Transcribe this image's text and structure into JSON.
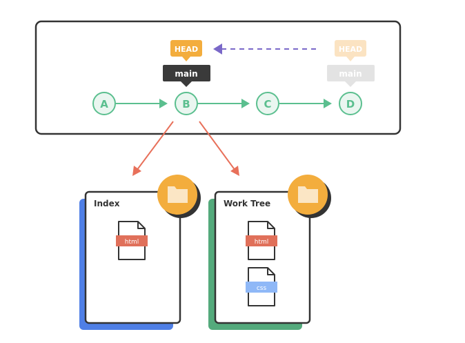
{
  "colors": {
    "head": "#F3AD3D",
    "head_faded": "#FBE3C2",
    "branch": "#3A3A3A",
    "branch_faded": "#E3E3E3",
    "commit": "#5BBF8F",
    "commit_fill": "#EAF6F0",
    "arrow_purple": "#7A68C8",
    "arrow_red": "#E8705A",
    "index_accent": "#4F7FE6",
    "worktree_accent": "#54AA7C",
    "html_tag": "#E0705A",
    "css_tag": "#8FB8F7",
    "folder_circle": "#F3AD3D",
    "folder_icon": "#FBE6C5"
  },
  "history": {
    "head_label": "HEAD",
    "branch_label": "main",
    "old_head_label": "HEAD",
    "old_branch_label": "main",
    "commits": [
      "A",
      "B",
      "C",
      "D"
    ]
  },
  "index": {
    "title": "Index",
    "files": [
      "html"
    ]
  },
  "worktree": {
    "title": "Work Tree",
    "files": [
      "html",
      "css"
    ]
  },
  "icons": {
    "folder": "folder-icon",
    "file": "file-icon"
  }
}
